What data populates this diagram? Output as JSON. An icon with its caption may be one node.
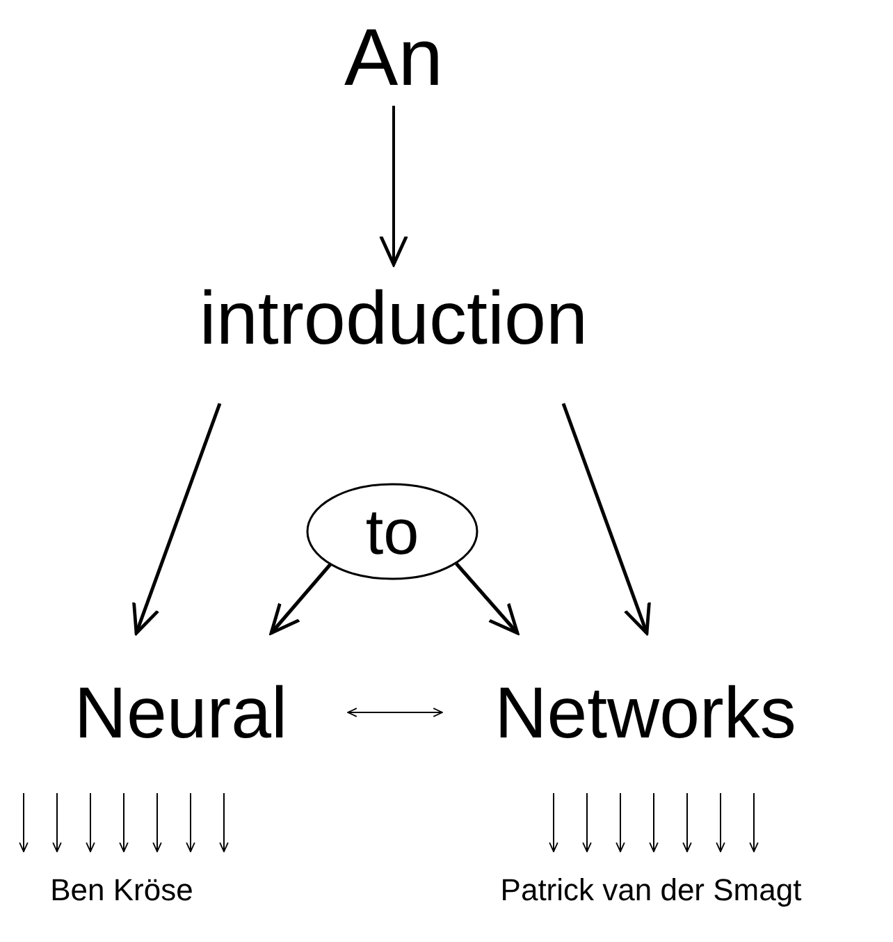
{
  "diagram": {
    "nodes": [
      {
        "text": [
          "An"
        ]
      },
      {
        "text": [
          "introduction"
        ]
      },
      {
        "text": [
          "to"
        ]
      },
      {
        "text": [
          "Neural"
        ]
      },
      {
        "text": [
          "Networks"
        ]
      },
      {
        "text": [
          "Ben Kröse"
        ]
      },
      {
        "text": [
          "Patrick van der Smagt"
        ]
      }
    ],
    "edges": [
      {
        "from": 0,
        "to": 1,
        "arrow": "to"
      },
      {
        "from": 1,
        "to": 3,
        "arrow": "to",
        "style": "thick"
      },
      {
        "from": 1,
        "to": 4,
        "arrow": "to",
        "style": "thick"
      },
      {
        "from": 2,
        "to": 3,
        "arrow": "to",
        "style": "thick"
      },
      {
        "from": 2,
        "to": 4,
        "arrow": "to",
        "style": "thick"
      },
      {
        "from": 3,
        "to": 4,
        "arrow": "both"
      },
      {
        "from": 3,
        "to": 5,
        "arrow": "to"
      },
      {
        "from": 3,
        "to": 5,
        "arrow": "to"
      },
      {
        "from": 3,
        "to": 5,
        "arrow": "to"
      },
      {
        "from": 3,
        "to": 5,
        "arrow": "to"
      },
      {
        "from": 3,
        "to": 5,
        "arrow": "to"
      },
      {
        "from": 3,
        "to": 5,
        "arrow": "to"
      },
      {
        "from": 3,
        "to": 5,
        "arrow": "to"
      },
      {
        "from": 4,
        "to": 6,
        "arrow": "to"
      },
      {
        "from": 4,
        "to": 6,
        "arrow": "to"
      },
      {
        "from": 4,
        "to": 6,
        "arrow": "to"
      },
      {
        "from": 4,
        "to": 6,
        "arrow": "to"
      },
      {
        "from": 4,
        "to": 6,
        "arrow": "to"
      },
      {
        "from": 4,
        "to": 6,
        "arrow": "to"
      },
      {
        "from": 4,
        "to": 6,
        "arrow": "to"
      }
    ]
  }
}
